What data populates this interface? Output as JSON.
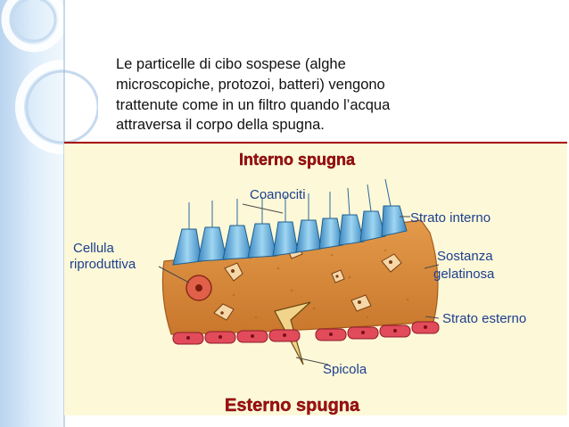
{
  "slide": {
    "text_lines": [
      "Le particelle di cibo sospese (alghe",
      "microscopiche, protozoi, batteri) vengono",
      "trattenute come in un filtro quando l’acqua",
      "attraversa il corpo della spugna."
    ]
  },
  "figure": {
    "title_top": "Interno spugna",
    "title_bottom": "Esterno spugna",
    "labels": {
      "coanociti": "Coanociti",
      "strato_interno": "Strato interno",
      "cellula_line1": "Cellula",
      "cellula_line2": "riproduttiva",
      "sostanza_line1": "Sostanza",
      "sostanza_line2": "gelatinosa",
      "strato_esterno": "Strato esterno",
      "spicola": "Spicola"
    },
    "colors": {
      "frame_border": "#a40000",
      "figure_bg": "#fdf8d8",
      "gel_layer": "#d98b3a",
      "outer_cells": "#e14b5a",
      "collar_cells": "#5aa9d6",
      "label_text": "#1c3f8f",
      "heading_text": "#a60e0e"
    }
  }
}
